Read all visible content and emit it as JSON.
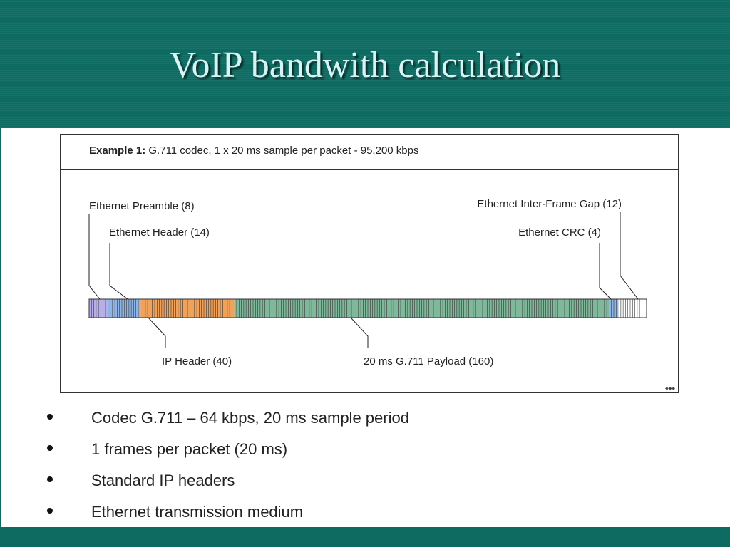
{
  "slide": {
    "title": "VoIP bandwith calculation",
    "colors": {
      "header": "#0e6b62",
      "title": "#d6f3f6"
    }
  },
  "figure": {
    "caption_bold": "Example 1:",
    "caption_text": " G.711 codec, 1 x 20 ms sample per packet - 95,200 kbps",
    "labels": {
      "preamble": "Ethernet Preamble (8)",
      "eth_header": "Ethernet Header (14)",
      "ip_header": "IP Header (40)",
      "payload": "20 ms G.711 Payload (160)",
      "ifg": "Ethernet Inter-Frame Gap (12)",
      "crc": "Ethernet CRC (4)"
    },
    "segments": [
      {
        "id": "preamble",
        "bytes": 8,
        "color": "#b8aee8"
      },
      {
        "id": "eth-header",
        "bytes": 14,
        "color": "#8fb4e6"
      },
      {
        "id": "ip-header",
        "bytes": 40,
        "color": "#f0a15a"
      },
      {
        "id": "payload",
        "bytes": 160,
        "color": "#7fb89a"
      },
      {
        "id": "crc",
        "bytes": 4,
        "color": "#8fb4e6"
      },
      {
        "id": "inter-frame-gap",
        "bytes": 12,
        "color": "#ffffff"
      }
    ]
  },
  "bullets": [
    "Codec G.711 – 64 kbps, 20 ms sample period",
    "1 frames per packet (20 ms)",
    "Standard IP headers",
    "Ethernet transmission medium"
  ]
}
